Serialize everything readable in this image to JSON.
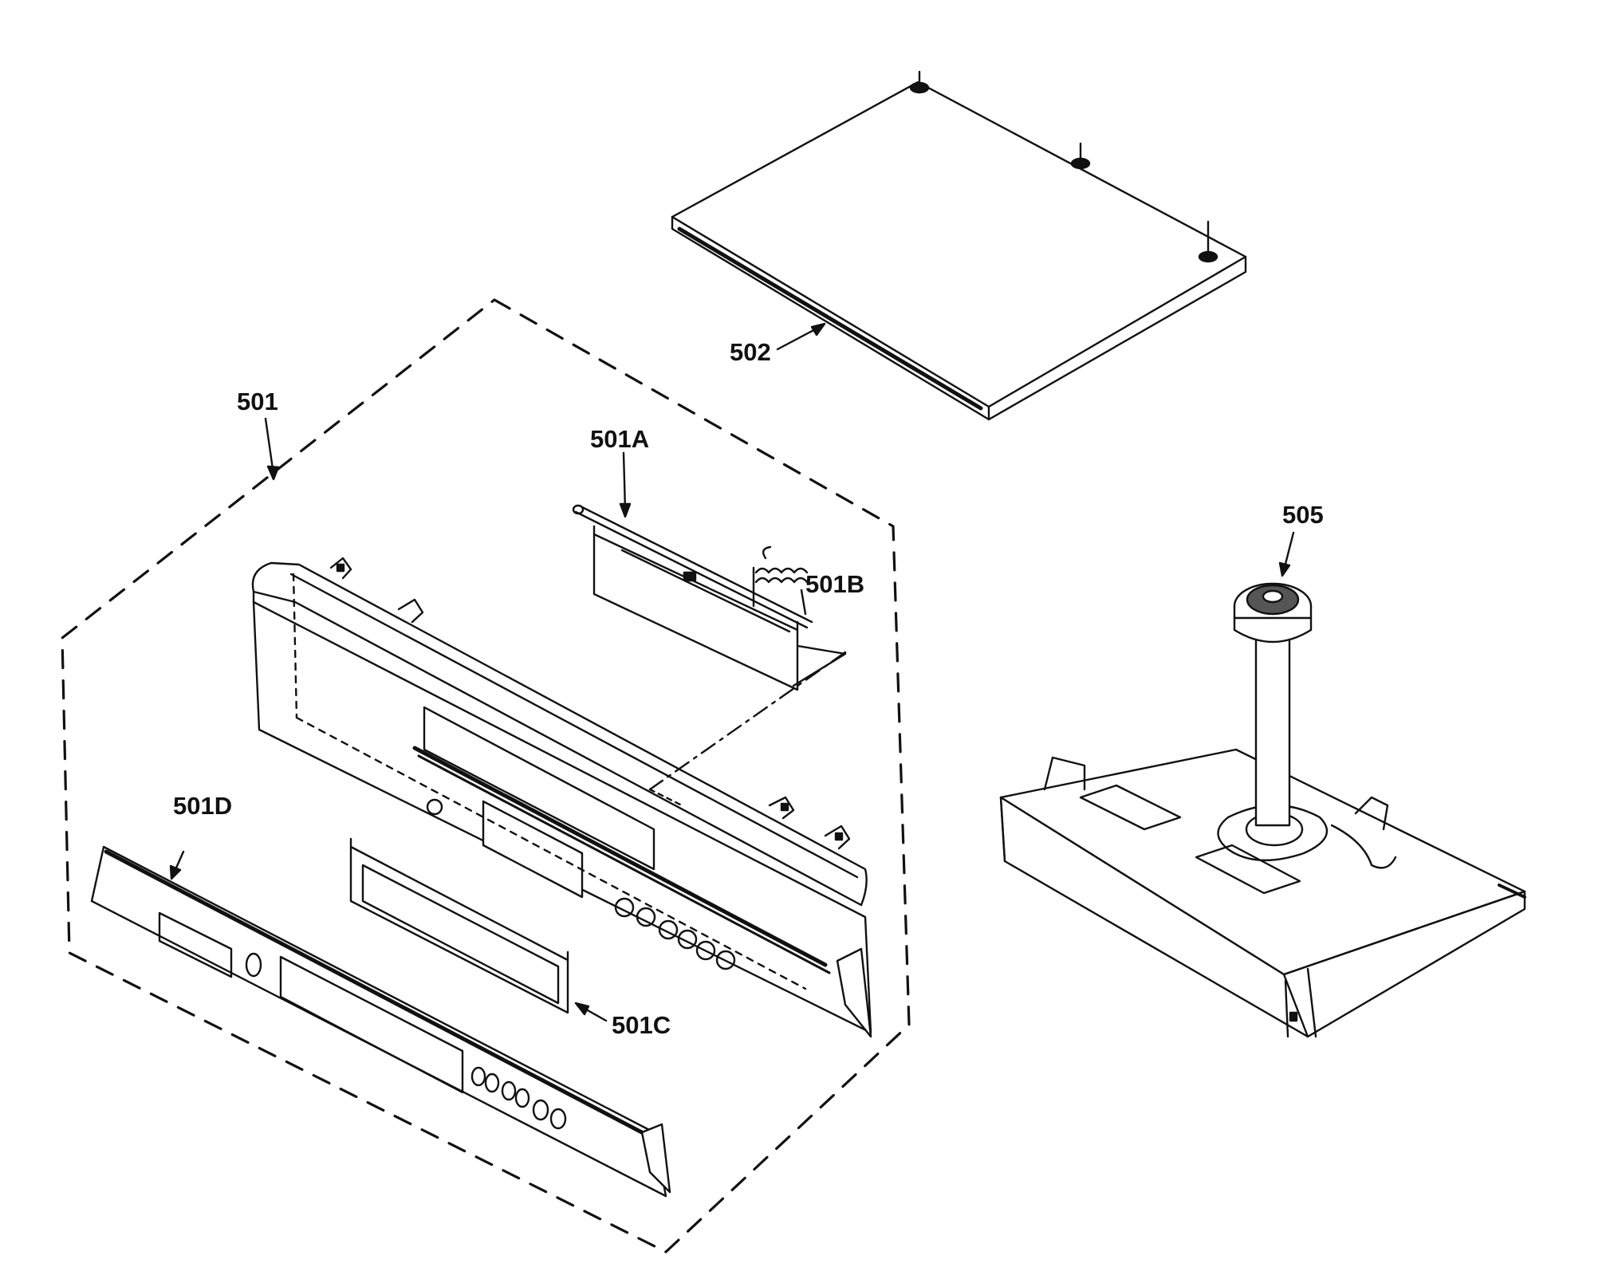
{
  "diagram": {
    "line_color": "#111111",
    "background": "#ffffff",
    "callouts": {
      "p501": "501",
      "p501a": "501A",
      "p501b": "501B",
      "p501c": "501C",
      "p501d": "501D",
      "p502": "502",
      "p505": "505"
    },
    "parts": [
      {
        "id": "501",
        "name": "front panel assembly (dashed group)"
      },
      {
        "id": "501A",
        "name": "bracket"
      },
      {
        "id": "501B",
        "name": "spring"
      },
      {
        "id": "501C",
        "name": "display window"
      },
      {
        "id": "501D",
        "name": "front bezel"
      },
      {
        "id": "502",
        "name": "top cover"
      },
      {
        "id": "505",
        "name": "motor"
      }
    ]
  }
}
